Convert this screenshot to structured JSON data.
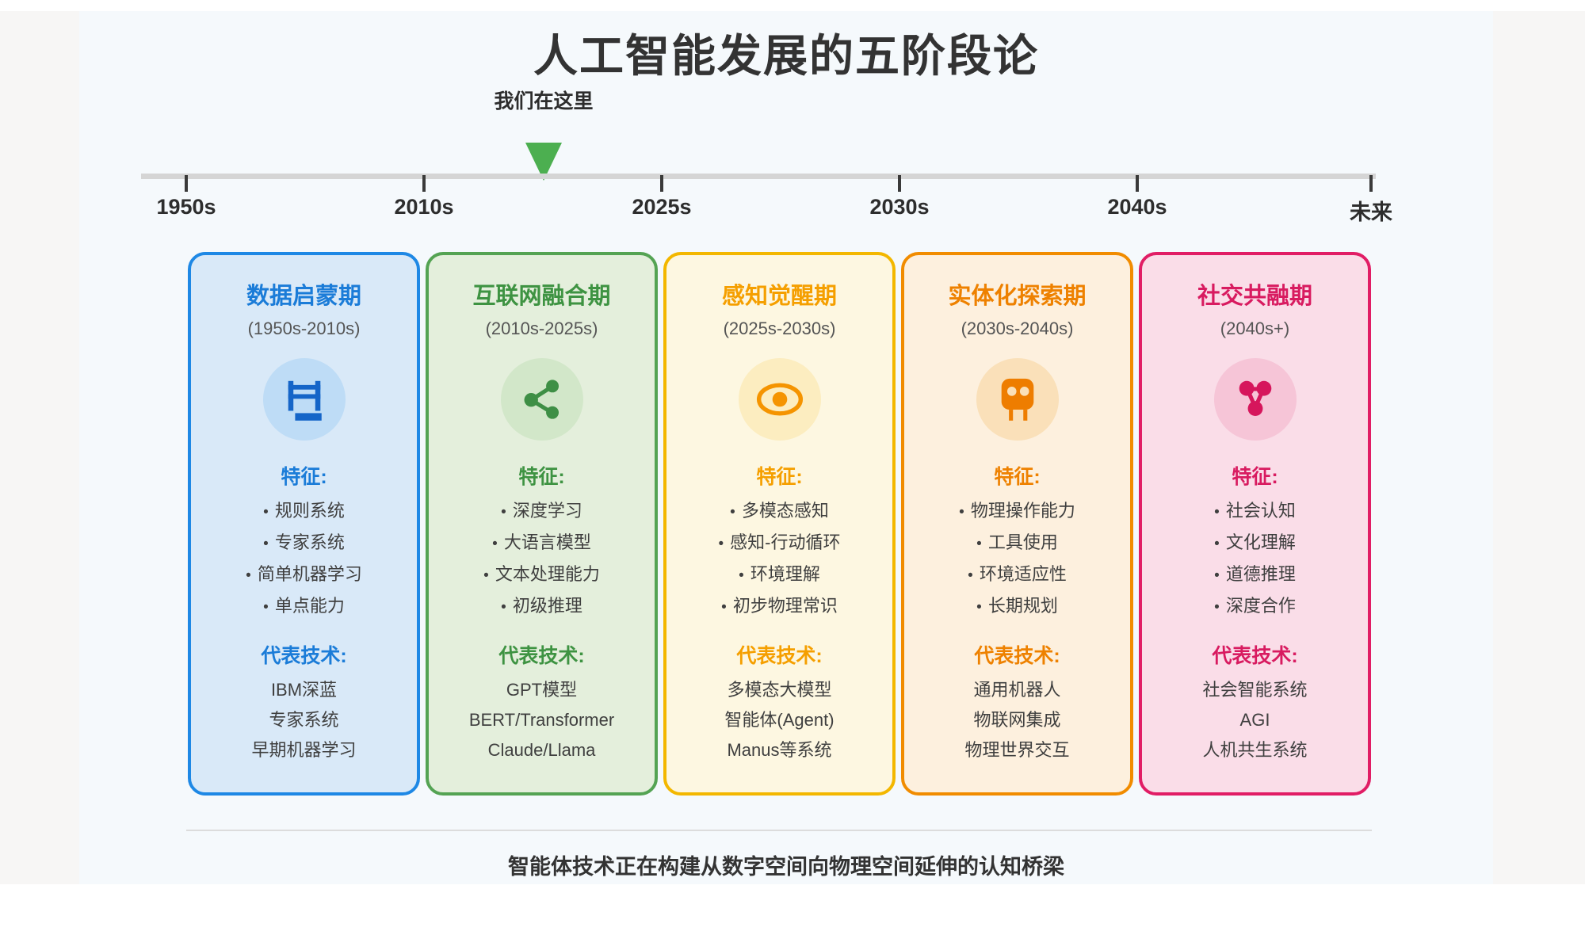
{
  "title": "人工智能发展的五阶段论",
  "timeline": {
    "here_label": "我们在这里",
    "marker_color": "#4caf50",
    "ticks": [
      "1950s",
      "2010s",
      "2025s",
      "2030s",
      "2040s",
      "未来"
    ]
  },
  "labels": {
    "features": "特征:",
    "tech": "代表技术:"
  },
  "stages": [
    {
      "name": "数据启蒙期",
      "period": "(1950s-2010s)",
      "icon": "server-icon",
      "features": [
        "规则系统",
        "专家系统",
        "简单机器学习",
        "单点能力"
      ],
      "tech": [
        "IBM深蓝",
        "专家系统",
        "早期机器学习"
      ],
      "colors": {
        "border": "#1e88e5",
        "bg": "#d9e9f8",
        "accent": "#1b7cd8",
        "icon_bg": "#bedcf6",
        "icon_fg": "#1565c8"
      }
    },
    {
      "name": "互联网融合期",
      "period": "(2010s-2025s)",
      "icon": "share-icon",
      "features": [
        "深度学习",
        "大语言模型",
        "文本处理能力",
        "初级推理"
      ],
      "tech": [
        "GPT模型",
        "BERT/Transformer",
        "Claude/Llama"
      ],
      "colors": {
        "border": "#54a353",
        "bg": "#e4efdc",
        "accent": "#3e9342",
        "icon_bg": "#d2e7c9",
        "icon_fg": "#3e8f45"
      }
    },
    {
      "name": "感知觉醒期",
      "period": "(2025s-2030s)",
      "icon": "eye-icon",
      "features": [
        "多模态感知",
        "感知-行动循环",
        "环境理解",
        "初步物理常识"
      ],
      "tech": [
        "多模态大模型",
        "智能体(Agent)",
        "Manus等系统"
      ],
      "colors": {
        "border": "#f3b700",
        "bg": "#fdf7e1",
        "accent": "#f59f00",
        "icon_bg": "#fcedc0",
        "icon_fg": "#f59400"
      }
    },
    {
      "name": "实体化探索期",
      "period": "(2030s-2040s)",
      "icon": "robot-icon",
      "features": [
        "物理操作能力",
        "工具使用",
        "环境适应性",
        "长期规划"
      ],
      "tech": [
        "通用机器人",
        "物联网集成",
        "物理世界交互"
      ],
      "colors": {
        "border": "#f18c00",
        "bg": "#fdf0de",
        "accent": "#ee8100",
        "icon_bg": "#fae0b9",
        "icon_fg": "#ee7d00"
      }
    },
    {
      "name": "社交共融期",
      "period": "(2040s+)",
      "icon": "people-network-icon",
      "features": [
        "社会认知",
        "文化理解",
        "道德推理",
        "深度合作"
      ],
      "tech": [
        "社会智能系统",
        "AGI",
        "人机共生系统"
      ],
      "colors": {
        "border": "#e11d65",
        "bg": "#fadde8",
        "accent": "#d81b60",
        "icon_bg": "#f6c5d7",
        "icon_fg": "#d6165c"
      }
    }
  ],
  "footer": "智能体技术正在构建从数字空间向物理空间延伸的认知桥梁"
}
